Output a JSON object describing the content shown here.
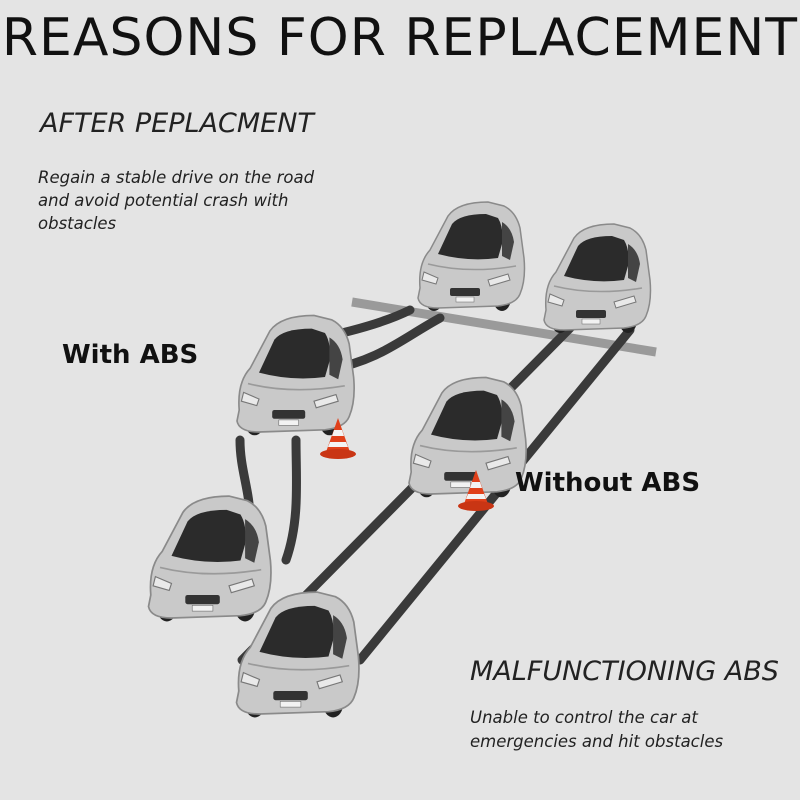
{
  "title": "REASONS FOR REPLACEMENT",
  "after": {
    "heading": "AFTER PEPLACMENT",
    "description": "Regain a stable drive on the road and avoid potential crash with obstacles"
  },
  "labels": {
    "with_abs": "With ABS",
    "without_abs": "Without ABS"
  },
  "malfunction": {
    "heading": "MALFUNCTIONING ABS",
    "description": "Unable to control the car at emergencies and hit obstacles"
  },
  "colors": {
    "background": "#e4e4e4",
    "car_body": "#c9c9c9",
    "tire_track": "#3a3a3a",
    "cone": "#e0401a"
  }
}
